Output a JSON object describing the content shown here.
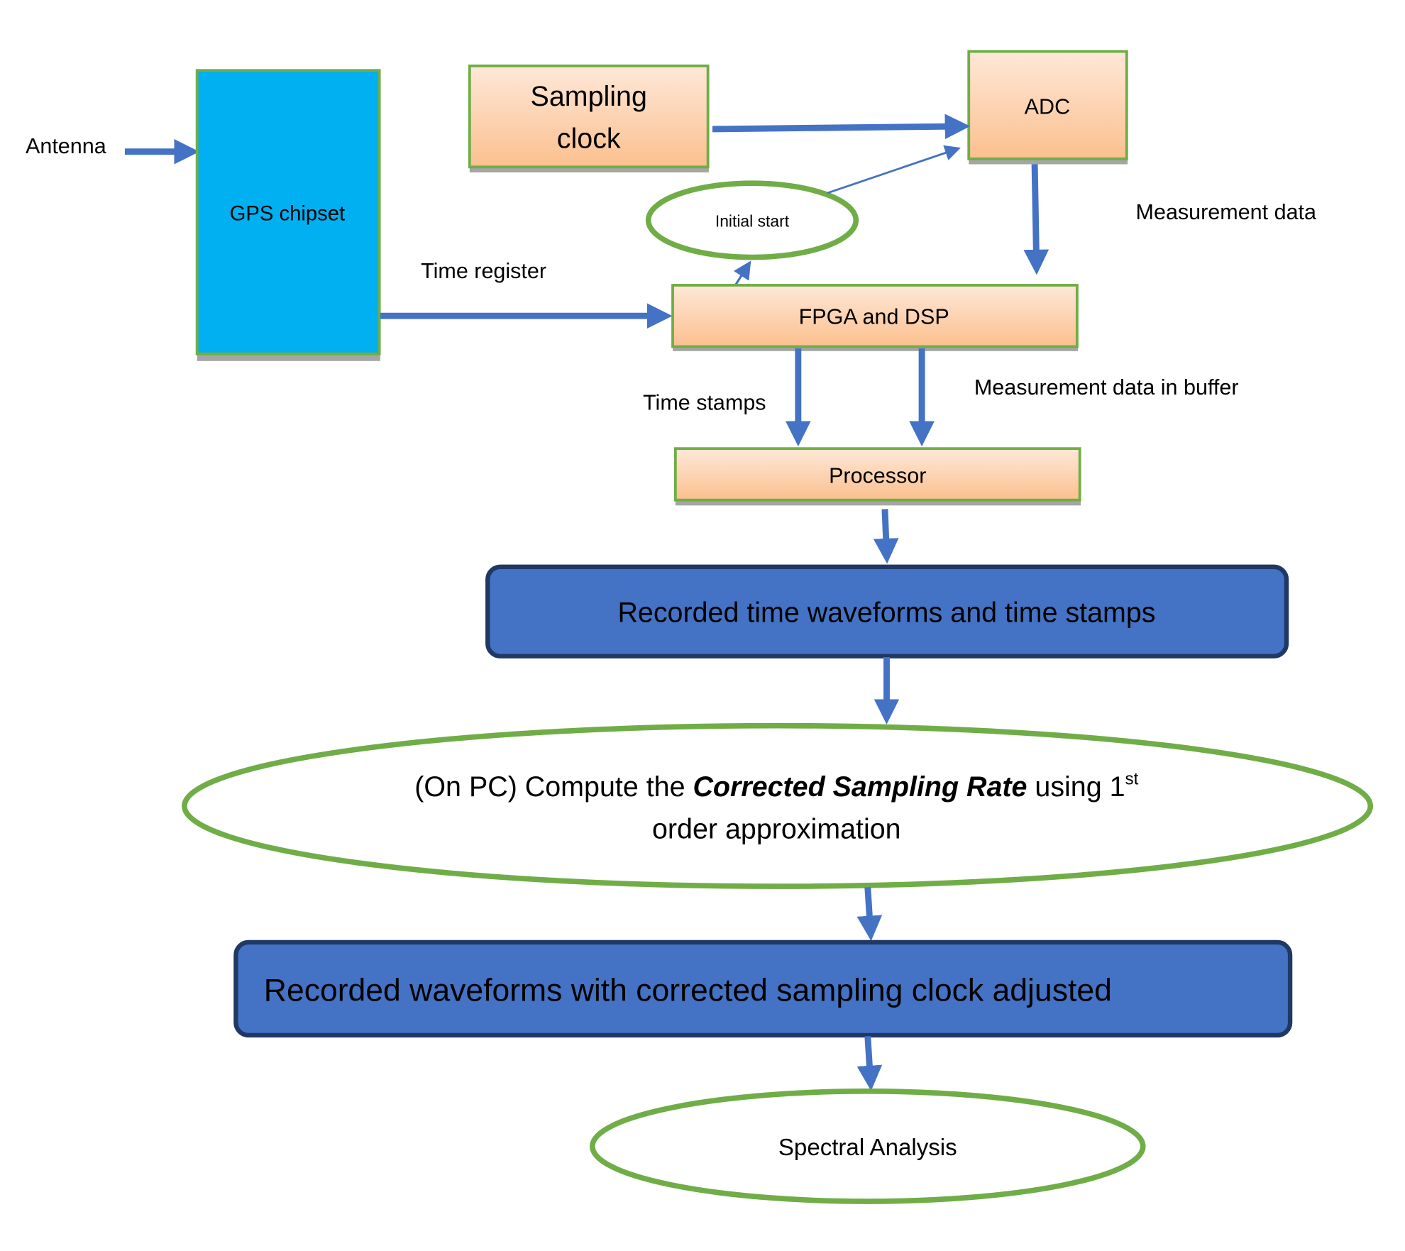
{
  "colors": {
    "arrow": "#4472C4",
    "box_border": "#70AD47",
    "gps_fill": "#00B0F0",
    "blue_box_fill": "#4472C4",
    "blue_box_border": "#1F3864",
    "shadow": "#A5A5A5"
  },
  "nodes": {
    "gps": "GPS chipset",
    "sampling_clock_line1": "Sampling",
    "sampling_clock_line2": "clock",
    "adc": "ADC",
    "initial_start": "Initial start",
    "fpga": "FPGA and DSP",
    "processor": "Processor",
    "recorded_time": "Recorded time waveforms and time stamps",
    "compute_prefix": "(On PC) Compute the ",
    "compute_emph": "Corrected Sampling Rate",
    "compute_suffix": " using 1",
    "compute_sup": "st",
    "compute_line2": "order approximation",
    "recorded_corrected": "Recorded waveforms with corrected sampling clock adjusted",
    "spectral": "Spectral Analysis"
  },
  "labels": {
    "antenna": "Antenna",
    "time_register": "Time register",
    "measurement_data": "Measurement data",
    "time_stamps": "Time stamps",
    "measurement_buffer": "Measurement data in buffer"
  }
}
